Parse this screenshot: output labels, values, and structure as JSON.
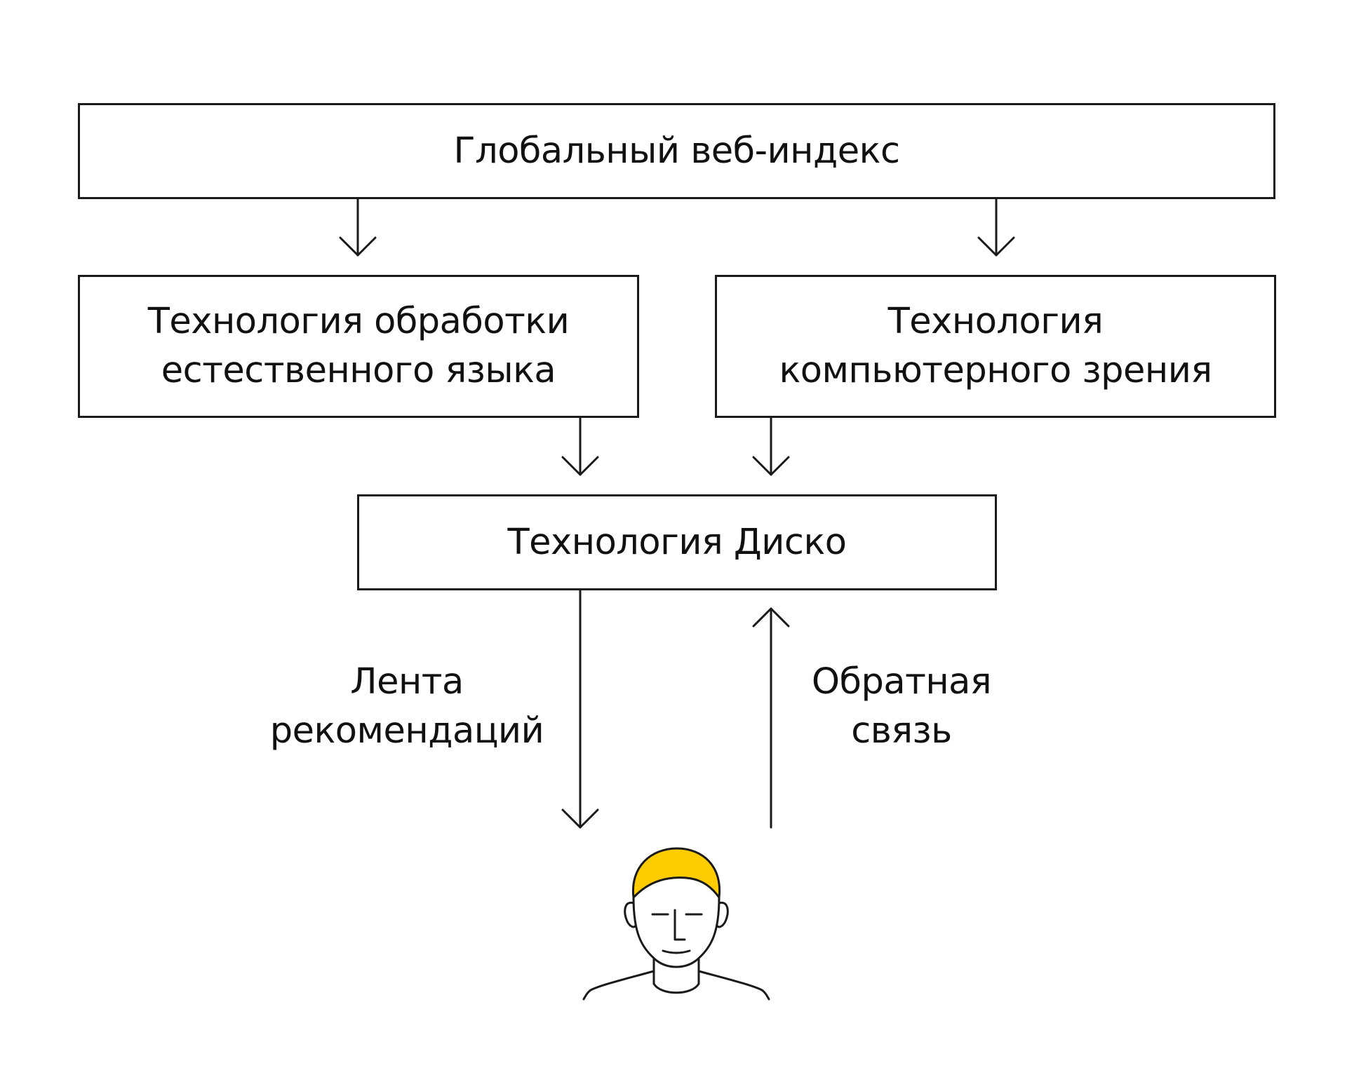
{
  "diagram": {
    "nodes": {
      "global_index": {
        "lines": [
          "Глобальный веб-индекс"
        ]
      },
      "nlp": {
        "lines": [
          "Технология обработки",
          "естественного языка"
        ]
      },
      "cv": {
        "lines": [
          "Технология",
          "компьютерного зрения"
        ]
      },
      "disco": {
        "lines": [
          "Технология Диско"
        ]
      }
    },
    "edges": [
      {
        "from": "global_index",
        "to": "nlp"
      },
      {
        "from": "global_index",
        "to": "cv"
      },
      {
        "from": "nlp",
        "to": "disco"
      },
      {
        "from": "cv",
        "to": "disco"
      },
      {
        "from": "disco",
        "to": "user",
        "label_key": "feed"
      },
      {
        "from": "user",
        "to": "disco",
        "label_key": "feedback"
      }
    ],
    "edge_labels": {
      "feed": [
        "Лента",
        "рекомендаций"
      ],
      "feedback": [
        "Обратная",
        "связь"
      ]
    }
  },
  "colors": {
    "stroke": "#1a1a1a",
    "hair": "#ffcc00",
    "background": "#ffffff"
  },
  "icons": {
    "user": "person-icon"
  }
}
